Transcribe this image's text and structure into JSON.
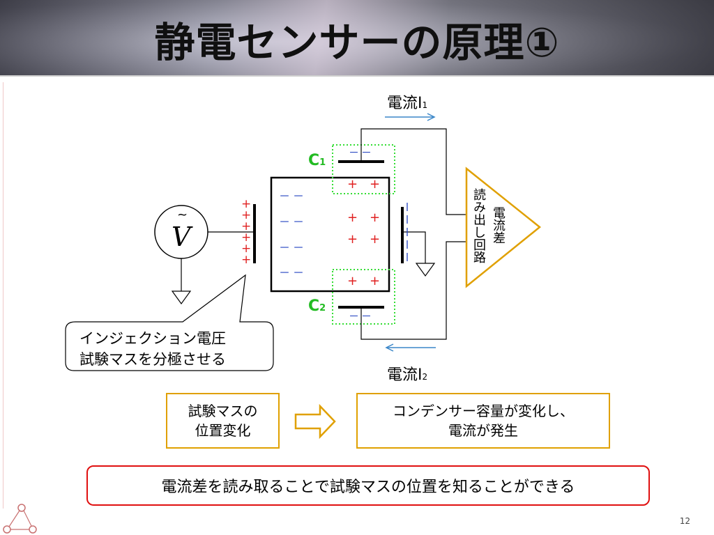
{
  "slide": {
    "title": "静電センサーの原理①",
    "page_number": "12"
  },
  "diagram": {
    "current1": "電流I",
    "current1_sub": "1",
    "current2": "電流I",
    "current2_sub": "2",
    "c1": "C",
    "c1_sub": "1",
    "c2": "C",
    "c2_sub": "2",
    "source_tilde": "~",
    "source_symbol": "V",
    "plus": "+",
    "minus": "－",
    "readout_label": "読み出し回路",
    "diff_label": "電流差",
    "callout": [
      "インジェクション電圧",
      "試験マスを分極させる"
    ]
  },
  "flow": {
    "left_box": [
      "試験マスの",
      "位置変化"
    ],
    "right_box": [
      "コンデンサー容量が変化し、",
      "電流が発生"
    ]
  },
  "conclusion": "電流差を読み取ることで試験マスの位置を知ることができる",
  "colors": {
    "plus": "#e02020",
    "minus": "#2040c0",
    "green": "#22bb22",
    "orange": "#e0a000",
    "red_box": "#e01010",
    "arrow_blue": "#3a86c8"
  }
}
